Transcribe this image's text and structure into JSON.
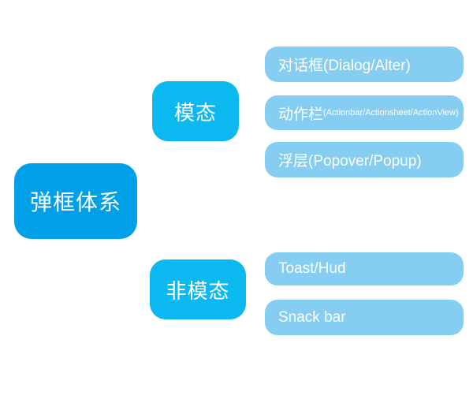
{
  "colors": {
    "background": "#FFFFFF",
    "root_node": "#00A0E9",
    "branch_node": "#0BB8EF",
    "leaf_node": "#85CEF2",
    "node_text": "#FFFFFF"
  },
  "tree": {
    "root": {
      "label": "弹框体系"
    },
    "branches": [
      {
        "label": "模态",
        "children": [
          {
            "label": "对话框(Dialog/Alter)"
          },
          {
            "label": "动作栏",
            "sublabel": "(Actionbar/Actionsheet/ActionView)"
          },
          {
            "label": "浮层(Popover/Popup)"
          }
        ]
      },
      {
        "label": "非模态",
        "children": [
          {
            "label": "Toast/Hud"
          },
          {
            "label": "Snack bar"
          }
        ]
      }
    ]
  }
}
